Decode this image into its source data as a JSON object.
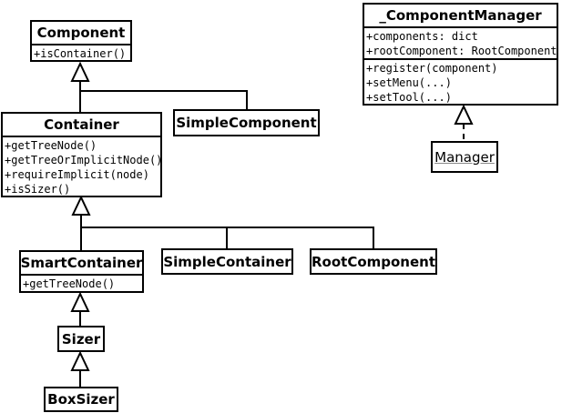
{
  "diagram": {
    "kind": "uml-class-diagram",
    "background_color": "#ffffff",
    "line_color": "#000000"
  },
  "classes": {
    "component": {
      "title": "Component",
      "methods": [
        "+isContainer()"
      ]
    },
    "component_manager": {
      "title": "_ComponentManager",
      "attributes": [
        "+components: dict",
        "+rootComponent: RootComponent"
      ],
      "methods": [
        "+register(component)",
        "+setMenu(...)",
        "+setTool(...)"
      ]
    },
    "container": {
      "title": "Container",
      "methods": [
        "+getTreeNode()",
        "+getTreeOrImplicitNode()",
        "+requireImplicit(node)",
        "+isSizer()"
      ]
    },
    "simple_component": {
      "title": "SimpleComponent"
    },
    "manager": {
      "title": "Manager"
    },
    "smart_container": {
      "title": "SmartContainer",
      "methods": [
        "+getTreeNode()"
      ]
    },
    "simple_container": {
      "title": "SimpleContainer"
    },
    "root_component": {
      "title": "RootComponent"
    },
    "sizer": {
      "title": "Sizer"
    },
    "box_sizer": {
      "title": "BoxSizer"
    }
  },
  "relationships": [
    {
      "type": "generalization",
      "from": "Container",
      "to": "Component"
    },
    {
      "type": "generalization",
      "from": "SimpleComponent",
      "to": "Component"
    },
    {
      "type": "generalization",
      "from": "SmartContainer",
      "to": "Container"
    },
    {
      "type": "generalization",
      "from": "SimpleContainer",
      "to": "Container"
    },
    {
      "type": "generalization",
      "from": "RootComponent",
      "to": "Container"
    },
    {
      "type": "generalization",
      "from": "Sizer",
      "to": "SmartContainer"
    },
    {
      "type": "generalization",
      "from": "BoxSizer",
      "to": "Sizer"
    },
    {
      "type": "generalization-dashed",
      "from": "Manager",
      "to": "_ComponentManager"
    }
  ]
}
